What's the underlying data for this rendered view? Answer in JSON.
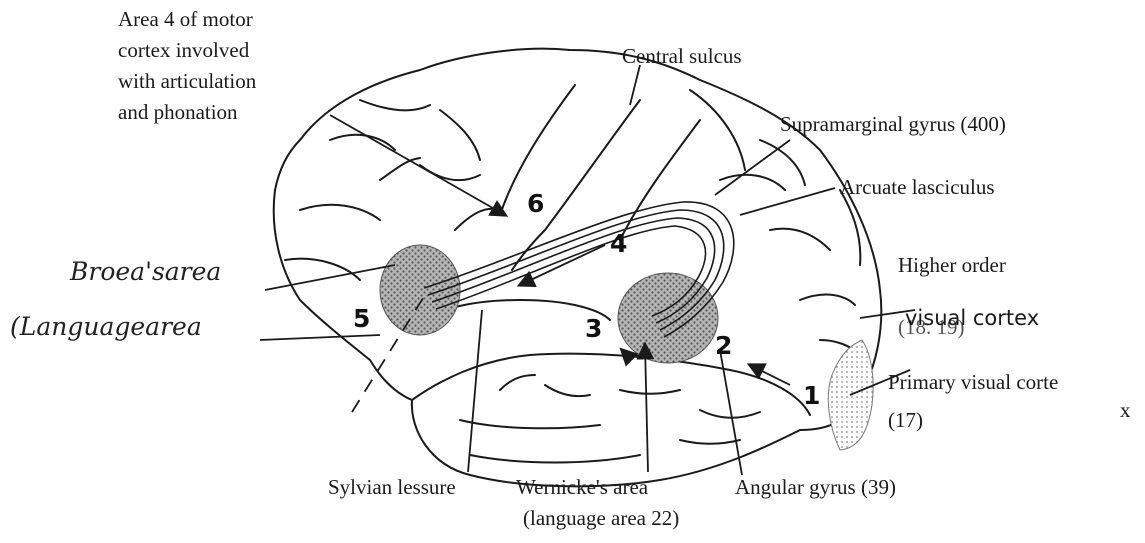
{
  "labels": {
    "motor_area": [
      "Area 4 of motor",
      "cortex involved",
      "with articulation",
      "and phonation"
    ],
    "central_sulcus": "Central sulcus",
    "supramarginal": "Supramarginal gyrus (400)",
    "arcuate": "Arcuate lasciculus",
    "higher_order": "Higher order",
    "visual_cortex": "visual cortex",
    "area_18_19": "(18. 19)",
    "primary_visual": "Primary visual corte",
    "primary_visual_x": "x",
    "area_17": "(17)",
    "angular": "Angular gyrus (39)",
    "wernicke": "Wernicke's area",
    "wernicke_sub": "(language area 22)",
    "sylvian": "Sylvian lessure",
    "broca_hand": "Broea'sarea",
    "language_hand": "(Languagearea"
  },
  "numbers": {
    "n1": "1",
    "n2": "2",
    "n3": "3",
    "n4": "4",
    "n5": "5",
    "n6": "6"
  },
  "colors": {
    "ink": "#1a1a1a",
    "stipple": "#8a8a8a",
    "background": "#ffffff"
  }
}
